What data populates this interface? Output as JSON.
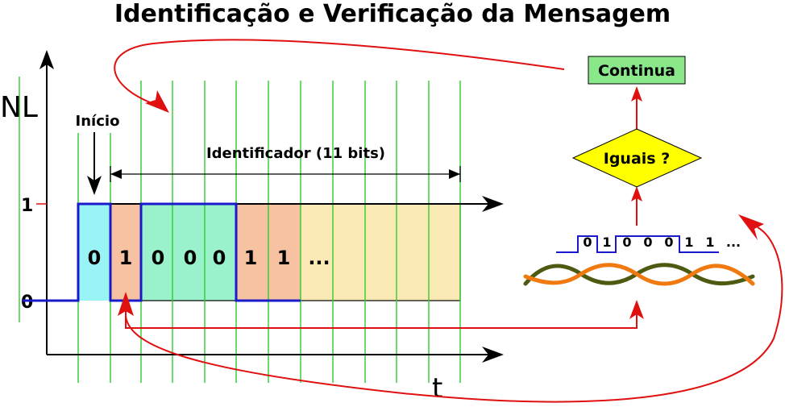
{
  "title": "Identificação e Verificação da Mensagem",
  "axis": {
    "y_label": "NL",
    "x_label": "t",
    "level_high": "1",
    "level_low": "0"
  },
  "labels": {
    "start": "Início",
    "identifier": "Identificador (11 bits)",
    "ellipsis": "..."
  },
  "bits": [
    "0",
    "1",
    "0",
    "0",
    "0",
    "1",
    "1"
  ],
  "decode": {
    "bits": [
      "0",
      "1",
      "0",
      "0",
      "0",
      "1",
      "1"
    ],
    "ellipsis": "...",
    "decision": "Iguais ?",
    "result": "Continua"
  },
  "colors": {
    "signal": "#1a1acc",
    "guide": "#2ecc2e",
    "arrow": "#e01010",
    "cell_start": "#99f5f5",
    "cell_recessive": "#f6c2a2",
    "cell_dominant": "#9af2cc",
    "cell_rest": "#fbe9b5",
    "diamond": "#ffff00",
    "box": "#8ae88a",
    "wave_a": "#f07a10",
    "wave_b": "#4d5a12"
  }
}
